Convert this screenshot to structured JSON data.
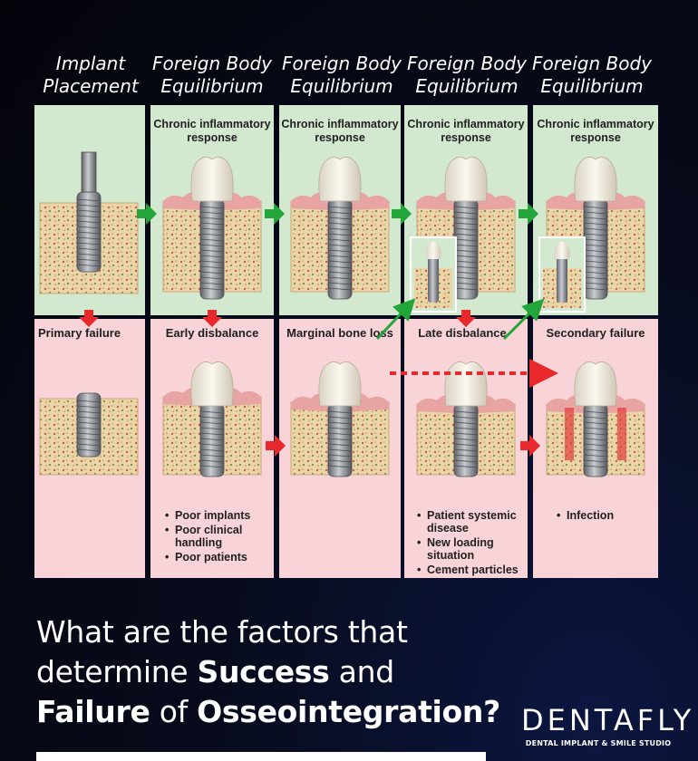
{
  "column_headers": [
    "Implant\nPlacement",
    "Foreign Body\nEquilibrium",
    "Foreign Body\nEquilibrium",
    "Foreign Body\nEquilibrium",
    "Foreign Body\nEquilibrium"
  ],
  "top_row": {
    "captions": [
      "",
      "Chronic inflammatory\nresponse",
      "Chronic inflammatory\nresponse",
      "Chronic inflammatory\nresponse",
      "Chronic inflammatory\nresponse"
    ]
  },
  "bottom_row": {
    "captions": [
      "Primary failure",
      "Early disbalance",
      "Marginal bone loss",
      "Late disbalance",
      "Secondary failure"
    ],
    "early_factors": [
      "Poor implants",
      "Poor clinical handling",
      "Poor patients"
    ],
    "late_factors": [
      "Patient systemic disease",
      "New loading situation",
      "Cement particles"
    ],
    "secondary_factors": [
      "Infection"
    ]
  },
  "headline": {
    "part1": "What are the factors that determine ",
    "bold1": "Success",
    "part2": " and ",
    "bold2": "Failure",
    "part3": " of ",
    "bold3": "Osseointegration?"
  },
  "logo": {
    "wordmark": "DENTAFLY",
    "tagline": "DENTAL IMPLANT & SMILE STUDIO"
  },
  "colors": {
    "green_panel": "#d2e8cf",
    "pink_panel": "#f8d3d7",
    "green_arrow": "#22a63a",
    "red_arrow": "#e8282a",
    "bone": "#e9d3a5",
    "gum": "#e8a3a3",
    "metal": "#8a8e93"
  }
}
